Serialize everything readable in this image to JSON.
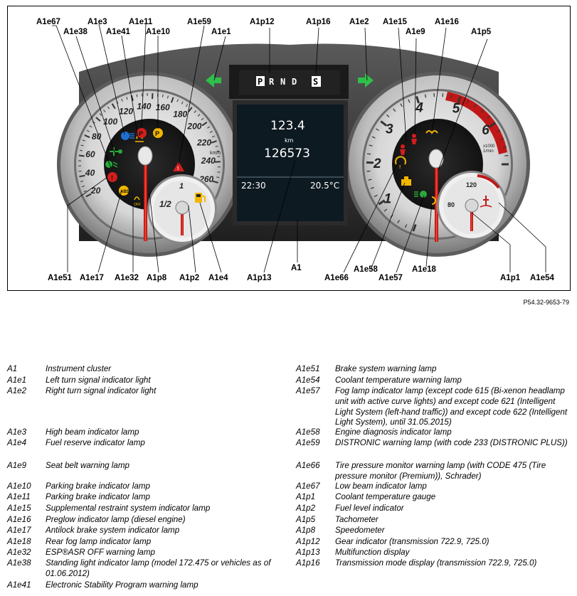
{
  "display": {
    "gear_letters": [
      "P",
      "R",
      "N",
      "D"
    ],
    "mode": "S",
    "trip_value": "123.4",
    "trip_unit": "km",
    "odometer": "126573",
    "time": "22:30",
    "temperature": "20.5°C"
  },
  "speedometer": {
    "numbers": [
      "20",
      "40",
      "60",
      "80",
      "100",
      "120",
      "140",
      "160",
      "180",
      "200",
      "220",
      "240",
      "260"
    ],
    "unit": "km/h"
  },
  "tachometer": {
    "numbers": [
      "1",
      "2",
      "3",
      "4",
      "5",
      "6"
    ],
    "unit_line1": "x1000",
    "unit_line2": "1/min"
  },
  "fuel_gauge": {
    "full_mark": "1",
    "half_mark": "1/2"
  },
  "coolant_gauge": {
    "numbers": [
      "80",
      "120"
    ]
  },
  "callouts": {
    "A1e67": "A1e67",
    "A1e38": "A1e38",
    "A1e3": "A1e3",
    "A1e41": "A1e41",
    "A1e11": "A1e11",
    "A1e10": "A1e10",
    "A1e59": "A1e59",
    "A1e1": "A1e1",
    "A1p12": "A1p12",
    "A1p16": "A1p16",
    "A1e2": "A1e2",
    "A1e15": "A1e15",
    "A1e9": "A1e9",
    "A1e16": "A1e16",
    "A1p5": "A1p5",
    "A1e51": "A1e51",
    "A1e17": "A1e17",
    "A1e32": "A1e32",
    "A1p8": "A1p8",
    "A1p2": "A1p2",
    "A1e4": "A1e4",
    "A1p13": "A1p13",
    "A1": "A1",
    "A1e66": "A1e66",
    "A1e58": "A1e58",
    "A1e57": "A1e57",
    "A1e18": "A1e18",
    "A1p1": "A1p1",
    "A1e54": "A1e54"
  },
  "figure_code": "P54.32-9653-79",
  "legend_left": [
    {
      "code": "A1",
      "desc": "Instrument cluster"
    },
    {
      "code": "A1e1",
      "desc": "Left turn signal indicator light"
    },
    {
      "code": "A1e2",
      "desc": "Right turn signal indicator light"
    },
    {
      "code": "A1e3",
      "desc": "High beam indicator lamp"
    },
    {
      "code": "A1e4",
      "desc": "Fuel reserve indicator lamp"
    },
    {
      "code": "A1e9",
      "desc": "Seat belt warning lamp"
    },
    {
      "code": "A1e10",
      "desc": "Parking brake indicator lamp"
    },
    {
      "code": "A1e11",
      "desc": "Parking brake indicator lamp"
    },
    {
      "code": "A1e15",
      "desc": "Supplemental restraint system indicator lamp"
    },
    {
      "code": "A1e16",
      "desc": "Preglow indicator lamp (diesel engine)"
    },
    {
      "code": "A1e17",
      "desc": "Antilock brake system indicator lamp"
    },
    {
      "code": "A1e18",
      "desc": "Rear fog lamp indicator lamp"
    },
    {
      "code": "A1e32",
      "desc": "ESP®ASR OFF warning lamp"
    },
    {
      "code": "A1e38",
      "desc": "Standing light indicator lamp (model 172.475 or vehicles as of 01.06.2012)"
    },
    {
      "code": "A1e41",
      "desc": "Electronic Stability Program warning lamp"
    }
  ],
  "legend_right": [
    {
      "code": "A1e51",
      "desc": "Brake system warning lamp"
    },
    {
      "code": "A1e54",
      "desc": "Coolant temperature warning lamp"
    },
    {
      "code": "A1e57",
      "desc": "Fog lamp indicator lamp (except code 615 (Bi-xenon headlamp unit with active curve lights) and except code 621 (Intelligent Light System (left-hand traffic)) and except code 622 (Intelligent Light System), until 31.05.2015)"
    },
    {
      "code": "A1e58",
      "desc": "Engine diagnosis indicator lamp"
    },
    {
      "code": "A1e59",
      "desc": "DISTRONIC warning lamp (with code 233 (DISTRONIC PLUS))"
    },
    {
      "code": "A1e66",
      "desc": "Tire pressure monitor warning lamp (with CODE 475 (Tire pressure monitor (Premium)), Schrader)"
    },
    {
      "code": "A1e67",
      "desc": "Low beam indicator lamp"
    },
    {
      "code": "A1p1",
      "desc": "Coolant temperature gauge"
    },
    {
      "code": "A1p2",
      "desc": "Fuel level indicator"
    },
    {
      "code": "A1p5",
      "desc": "Tachometer"
    },
    {
      "code": "A1p8",
      "desc": "Speedometer"
    },
    {
      "code": "A1p12",
      "desc": "Gear indicator (transmission 722.9, 725.0)"
    },
    {
      "code": "A1p13",
      "desc": "Multifunction display"
    },
    {
      "code": "A1p16",
      "desc": "Transmission mode display (transmission 722.9, 725.0)"
    }
  ]
}
